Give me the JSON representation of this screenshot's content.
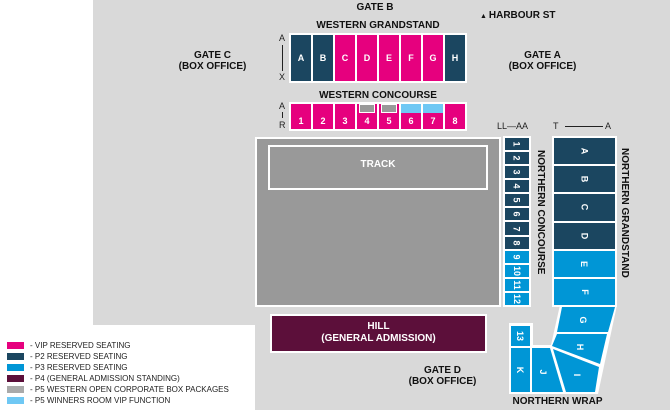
{
  "colors": {
    "vip": "#e6007e",
    "p2": "#1b4660",
    "p3": "#0096d6",
    "p4": "#5c0f3a",
    "p5_box": "#999999",
    "p5_winners": "#6fc8f4"
  },
  "gates": {
    "b": "GATE B",
    "c": "GATE C\n(BOX OFFICE)",
    "a": "GATE A\n(BOX OFFICE)",
    "d": "GATE D\n(BOX OFFICE)"
  },
  "harbour": "HARBOUR ST",
  "western_grandstand": {
    "title": "WESTERN GRANDSTAND",
    "row_start": "A",
    "row_end": "X",
    "sections": [
      {
        "label": "A",
        "type": "p2"
      },
      {
        "label": "B",
        "type": "p2"
      },
      {
        "label": "C",
        "type": "vip"
      },
      {
        "label": "D",
        "type": "vip"
      },
      {
        "label": "E",
        "type": "vip"
      },
      {
        "label": "F",
        "type": "vip"
      },
      {
        "label": "G",
        "type": "vip"
      },
      {
        "label": "H",
        "type": "p2"
      }
    ]
  },
  "western_concourse": {
    "title": "WESTERN CONCOURSE",
    "row_start": "A",
    "row_end": "R",
    "sections": [
      "1",
      "2",
      "3",
      "4",
      "5",
      "6",
      "7",
      "8"
    ]
  },
  "track": "TRACK",
  "hill": "HILL\n(GENERAL ADMISSION)",
  "northern_concourse": {
    "title": "NORTHERN CONCOURSE",
    "row_range": "LL—AA",
    "sections": [
      "1",
      "2",
      "3",
      "4",
      "5",
      "6",
      "7",
      "8",
      "9",
      "10",
      "11",
      "12"
    ]
  },
  "northern_grandstand": {
    "title": "NORTHERN GRANDSTAND",
    "row_start": "T",
    "row_end": "A",
    "sections": [
      "A",
      "B",
      "C",
      "D",
      "E",
      "F"
    ]
  },
  "northern_wrap": {
    "title": "NORTHERN WRAP",
    "sections": [
      "G",
      "H",
      "I",
      "J",
      "K",
      "13"
    ]
  },
  "legend": [
    {
      "label": "- VIP RESERVED SEATING",
      "color": "#e6007e"
    },
    {
      "label": "- P2 RESERVED SEATING",
      "color": "#1b4660"
    },
    {
      "label": "- P3 RESERVED SEATING",
      "color": "#0096d6"
    },
    {
      "label": "- P4 (GENERAL ADMISSION STANDING)",
      "color": "#5c0f3a"
    },
    {
      "label": "- P5 WESTERN OPEN CORPORATE BOX PACKAGES",
      "color": "#aaaaaa"
    },
    {
      "label": "- P5 WINNERS ROOM VIP FUNCTION",
      "color": "#6fc8f4"
    }
  ]
}
